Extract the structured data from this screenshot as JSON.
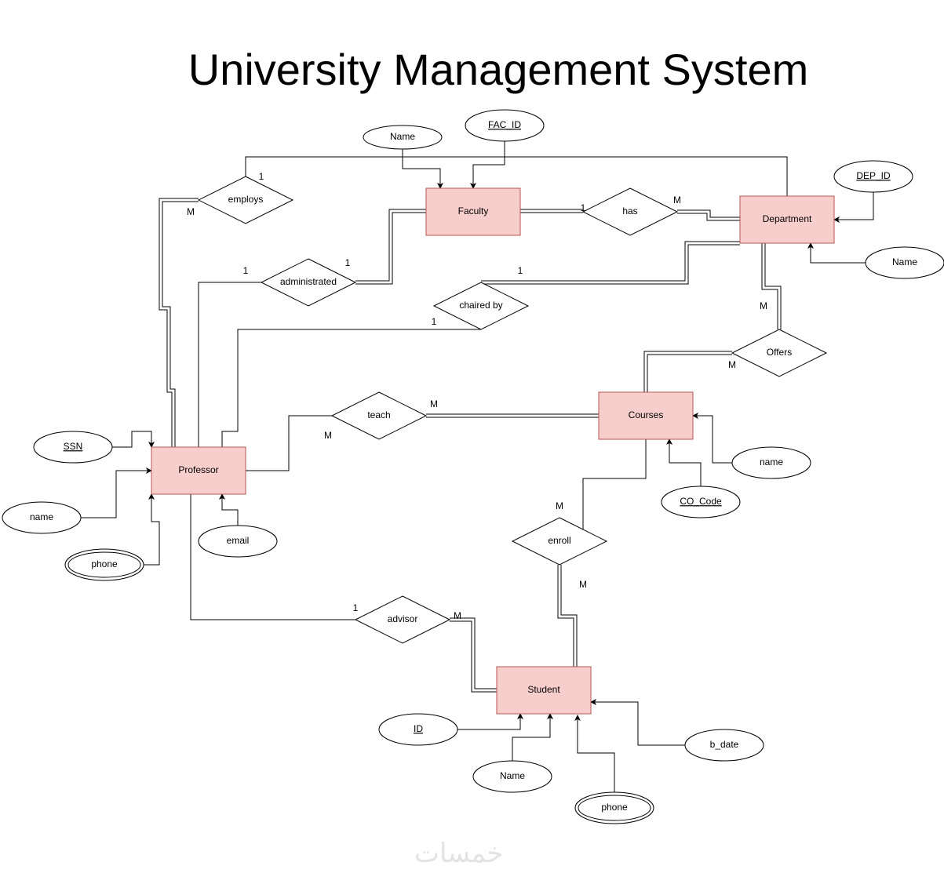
{
  "title": "University Management System",
  "watermark": "خمسات",
  "colors": {
    "entity_fill": "#f8cecc",
    "entity_stroke": "#b85450"
  },
  "entities": {
    "faculty": {
      "label": "Faculty"
    },
    "department": {
      "label": "Department"
    },
    "professor": {
      "label": "Professor"
    },
    "courses": {
      "label": "Courses"
    },
    "student": {
      "label": "Student"
    }
  },
  "relationships": {
    "employs": {
      "label": "employs",
      "card_a": "1",
      "card_b": "M"
    },
    "has": {
      "label": "has",
      "card_a": "1",
      "card_b": "M"
    },
    "administrated": {
      "label": "administrated",
      "card_a": "1",
      "card_b": "1"
    },
    "chaired_by": {
      "label": "chaired by",
      "card_a": "1",
      "card_b": "1"
    },
    "offers": {
      "label": "Offers",
      "card_a": "M",
      "card_b": "M"
    },
    "teach": {
      "label": "teach",
      "card_a": "M",
      "card_b": "M"
    },
    "enroll": {
      "label": "enroll",
      "card_a": "M",
      "card_b": "M"
    },
    "advisor": {
      "label": "advisor",
      "card_a": "1",
      "card_b": "M"
    }
  },
  "attributes": {
    "faculty_name": {
      "label": "Name",
      "key": false,
      "multivalued": false
    },
    "fac_id": {
      "label": "FAC_ID",
      "key": true,
      "multivalued": false
    },
    "dep_id": {
      "label": "DEP_ID",
      "key": true,
      "multivalued": false
    },
    "department_name": {
      "label": "Name",
      "key": false,
      "multivalued": false
    },
    "ssn": {
      "label": "SSN",
      "key": true,
      "multivalued": false
    },
    "professor_name": {
      "label": "name",
      "key": false,
      "multivalued": false
    },
    "professor_phone": {
      "label": "phone",
      "key": false,
      "multivalued": true
    },
    "email": {
      "label": "email",
      "key": false,
      "multivalued": false
    },
    "course_name": {
      "label": "name",
      "key": false,
      "multivalued": false
    },
    "co_code": {
      "label": "CO_Code",
      "key": true,
      "multivalued": false
    },
    "student_id": {
      "label": "ID",
      "key": true,
      "multivalued": false
    },
    "student_name": {
      "label": "Name",
      "key": false,
      "multivalued": false
    },
    "student_phone": {
      "label": "phone",
      "key": false,
      "multivalued": true
    },
    "b_date": {
      "label": "b_date",
      "key": false,
      "multivalued": false
    }
  }
}
